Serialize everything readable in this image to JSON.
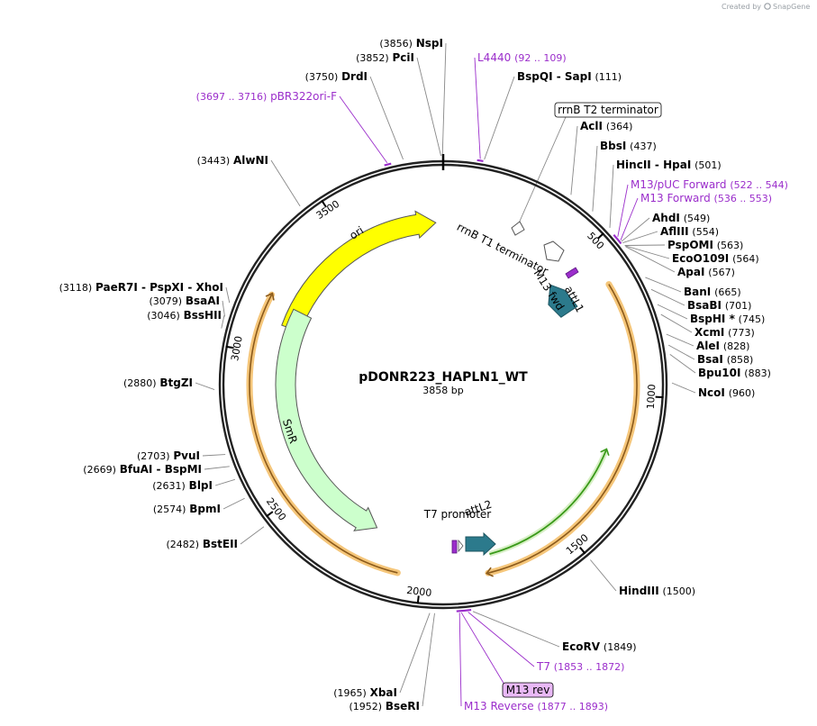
{
  "map": {
    "name": "pDONR223_HAPLN1_WT",
    "length": 3858,
    "length_label": "3858 bp",
    "credit_prefix": "Created by",
    "credit_brand": "SnapGene"
  },
  "colors": {
    "backbone": "#222222",
    "ori": "#ffff00",
    "smr": "#ccffcc",
    "att": "#2c7a8c",
    "primer": "#9b2ecb",
    "orf_halo": "#f5c67a",
    "orf_line": "#8b5a1b",
    "green_feature": "#3a9a1a",
    "grey": "#888888"
  },
  "ticks": [
    "500",
    "1000",
    "1500",
    "2000",
    "2500",
    "3000",
    "3500"
  ],
  "features": [
    {
      "name": "ori",
      "label": "ori",
      "color": "#ffff00"
    },
    {
      "name": "smr",
      "label": "SmR",
      "color": "#ccffcc"
    },
    {
      "name": "attl1",
      "label": "attL1",
      "color": "#2c7a8c"
    },
    {
      "name": "attl2",
      "label": "attL2",
      "color": "#2c7a8c"
    },
    {
      "name": "rrnb-t1",
      "label": "rrnB T1 terminator",
      "color": "#ffffff"
    },
    {
      "name": "m13-fwd",
      "label": "M13 fwd",
      "color": "#9b2ecb"
    },
    {
      "name": "t7-promoter",
      "label": "T7 promoter",
      "color": "#ffffff"
    }
  ],
  "sites": [
    {
      "name": "NspI",
      "pos": "(3856)"
    },
    {
      "name": "PciI",
      "pos": "(3852)"
    },
    {
      "name": "DrdI",
      "pos": "(3750)"
    },
    {
      "name": "AlwNI",
      "pos": "(3443)"
    },
    {
      "name": "PaeR7I",
      "extra": "-  PspXI  -  XhoI",
      "pos": "(3118)"
    },
    {
      "name": "BsaAI",
      "pos": "(3079)"
    },
    {
      "name": "BssHII",
      "pos": "(3046)"
    },
    {
      "name": "BtgZI",
      "pos": "(2880)"
    },
    {
      "name": "PvuI",
      "pos": "(2703)"
    },
    {
      "name": "BfuAI",
      "extra": "-  BspMI",
      "pos": "(2669)"
    },
    {
      "name": "BlpI",
      "pos": "(2631)"
    },
    {
      "name": "BpmI",
      "pos": "(2574)"
    },
    {
      "name": "BstEII",
      "pos": "(2482)"
    },
    {
      "name": "XbaI",
      "pos": "(1965)"
    },
    {
      "name": "BseRI",
      "pos": "(1952)"
    },
    {
      "name": "BspQI",
      "extra": "-  SapI",
      "pos": "(111)"
    },
    {
      "name": "AclI",
      "pos": "(364)"
    },
    {
      "name": "BbsI",
      "pos": "(437)"
    },
    {
      "name": "HincII",
      "extra": "-  HpaI",
      "pos": "(501)"
    },
    {
      "name": "AhdI",
      "pos": "(549)"
    },
    {
      "name": "AflIII",
      "pos": "(554)"
    },
    {
      "name": "PspOMI",
      "pos": "(563)"
    },
    {
      "name": "EcoO109I",
      "pos": "(564)"
    },
    {
      "name": "ApaI",
      "pos": "(567)"
    },
    {
      "name": "BanI",
      "pos": "(665)"
    },
    {
      "name": "BsaBI",
      "pos": "(701)"
    },
    {
      "name": "BspHI *",
      "pos": "(745)"
    },
    {
      "name": "XcmI",
      "pos": "(773)"
    },
    {
      "name": "AleI",
      "pos": "(828)"
    },
    {
      "name": "BsaI",
      "pos": "(858)"
    },
    {
      "name": "Bpu10I",
      "pos": "(883)"
    },
    {
      "name": "NcoI",
      "pos": "(960)"
    },
    {
      "name": "HindIII",
      "pos": "(1500)"
    },
    {
      "name": "EcoRV",
      "pos": "(1849)"
    }
  ],
  "primers": [
    {
      "name": "L4440",
      "range": "(92 .. 109)"
    },
    {
      "name": "pBR322ori-F",
      "range": "(3697 .. 3716)"
    },
    {
      "name": "M13/pUC Forward",
      "range": "(522 .. 544)"
    },
    {
      "name": "M13 Forward",
      "range": "(536 .. 553)"
    },
    {
      "name": "T7",
      "range": "(1853 .. 1872)"
    },
    {
      "name": "M13 rev",
      "range": ""
    },
    {
      "name": "M13 Reverse",
      "range": "(1877 .. 1893)"
    }
  ],
  "terminator_box": "rrnB T2 terminator"
}
